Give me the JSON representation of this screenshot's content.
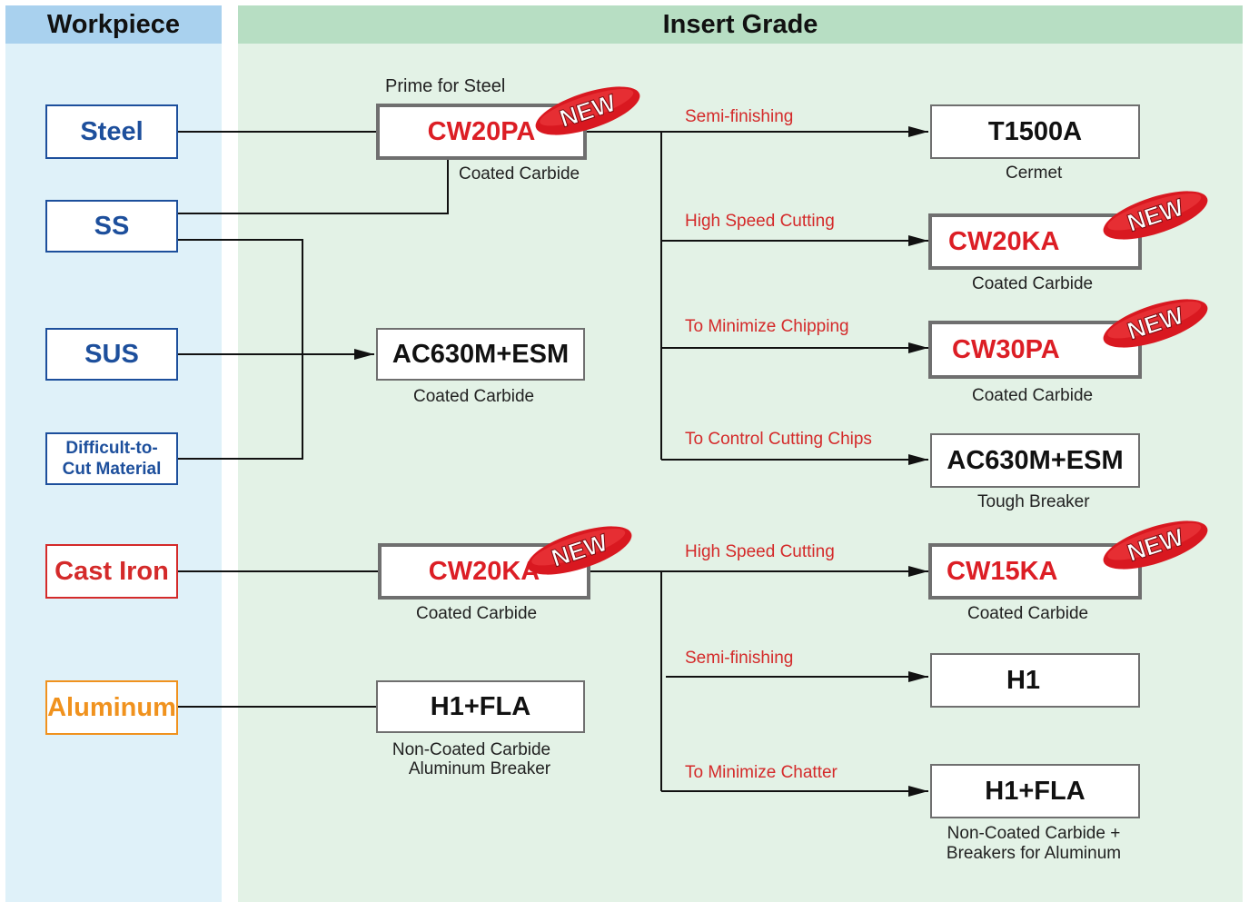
{
  "headers": {
    "workpiece": "Workpiece",
    "insert_grade": "Insert Grade"
  },
  "colors": {
    "blue": "#1d4f9c",
    "red": "#d42a2a",
    "orange": "#f0921e",
    "left_panel": "#dff1f9",
    "right_panel": "#e3f2e6",
    "left_header": "#a9d1ee",
    "right_header": "#b7dec3"
  },
  "workpieces": {
    "steel": "Steel",
    "ss": "SS",
    "sus": "SUS",
    "difficult_line1": "Difficult-to-",
    "difficult_line2": "Cut Material",
    "cast_iron": "Cast Iron",
    "aluminum": "Aluminum"
  },
  "new_badge": "NEW",
  "primary": {
    "steel_caption": "Prime for Steel",
    "steel_grade": "CW20PA",
    "steel_type": "Coated Carbide",
    "sus_grade": "AC630M+ESM",
    "sus_type": "Coated Carbide",
    "cast_grade": "CW20KA",
    "cast_type": "Coated Carbide",
    "al_grade": "H1+FLA",
    "al_type_line1": "Non-Coated Carbide",
    "al_type_line2": "Aluminum Breaker"
  },
  "steel_branches": [
    {
      "condition": "Semi-finishing",
      "grade": "T1500A",
      "type": "Cermet"
    },
    {
      "condition": "High Speed Cutting",
      "grade": "CW20KA",
      "type": "Coated Carbide"
    },
    {
      "condition": "To Minimize Chipping",
      "grade": "CW30PA",
      "type": "Coated Carbide"
    },
    {
      "condition": "To Control Cutting Chips",
      "grade": "AC630M+ESM",
      "type": "Tough Breaker"
    }
  ],
  "cast_branches": [
    {
      "condition": "High Speed Cutting",
      "grade": "CW15KA",
      "type": "Coated Carbide"
    },
    {
      "condition": "Semi-finishing",
      "grade": "H1",
      "type": ""
    },
    {
      "condition": "To Minimize Chatter",
      "grade": "H1+FLA",
      "type_line1": "Non-Coated Carbide +",
      "type_line2": "Breakers for Aluminum"
    }
  ]
}
